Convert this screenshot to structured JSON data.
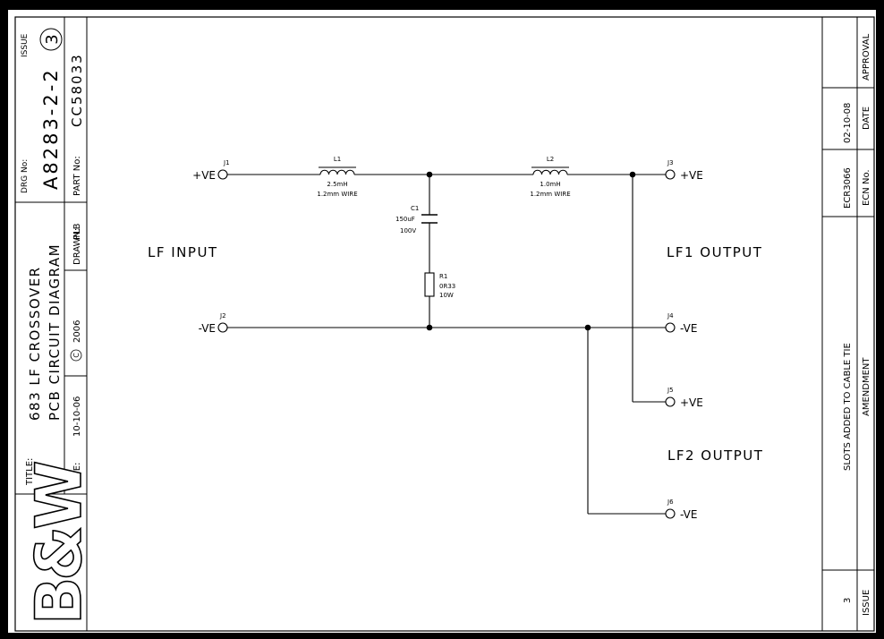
{
  "title_block": {
    "drg_no_label": "DRG No:",
    "drg_no": "A8283-2-2",
    "issue_label": "ISSUE",
    "issue": "3",
    "part_no_label": "PART No:",
    "part_no": "CC58033",
    "title_label": "TITLE:",
    "title_line1": "683 LF CROSSOVER",
    "title_line2": "PCB CIRCUIT DIAGRAM",
    "drawn_label": "DRAWN:",
    "drawn_by": "PLB",
    "copyright_symbol": "C",
    "copyright_year": "2006",
    "date_label": "DATE:",
    "date": "10-10-06",
    "logo_text": "B&W"
  },
  "revisions": {
    "headers": {
      "issue": "ISSUE",
      "amendment": "AMENDMENT",
      "ecn": "ECN No.",
      "date": "DATE",
      "approval": "APPROVAL"
    },
    "rows": [
      {
        "issue": "3",
        "amendment": "SLOTS ADDED TO CABLE TIE",
        "ecn": "ECR3066",
        "date": "02-10-08",
        "approval": ""
      }
    ]
  },
  "schematic": {
    "input_label": "LF INPUT",
    "lf1_label": "LF1 OUTPUT",
    "lf2_label": "LF2 OUTPUT",
    "terminals": {
      "j1": {
        "ref": "J1",
        "polarity": "+VE"
      },
      "j2": {
        "ref": "J2",
        "polarity": "-VE"
      },
      "j3": {
        "ref": "J3",
        "polarity": "+VE"
      },
      "j4": {
        "ref": "J4",
        "polarity": "-VE"
      },
      "j5": {
        "ref": "J5",
        "polarity": "+VE"
      },
      "j6": {
        "ref": "J6",
        "polarity": "-VE"
      }
    },
    "components": {
      "l1": {
        "ref": "L1",
        "value": "2.5mH",
        "note": "1.2mm WIRE"
      },
      "l2": {
        "ref": "L2",
        "value": "1.0mH",
        "note": "1.2mm WIRE"
      },
      "c1": {
        "ref": "C1",
        "value": "150uF",
        "rating": "100V"
      },
      "r1": {
        "ref": "R1",
        "value": "0R33",
        "rating": "10W"
      }
    }
  }
}
